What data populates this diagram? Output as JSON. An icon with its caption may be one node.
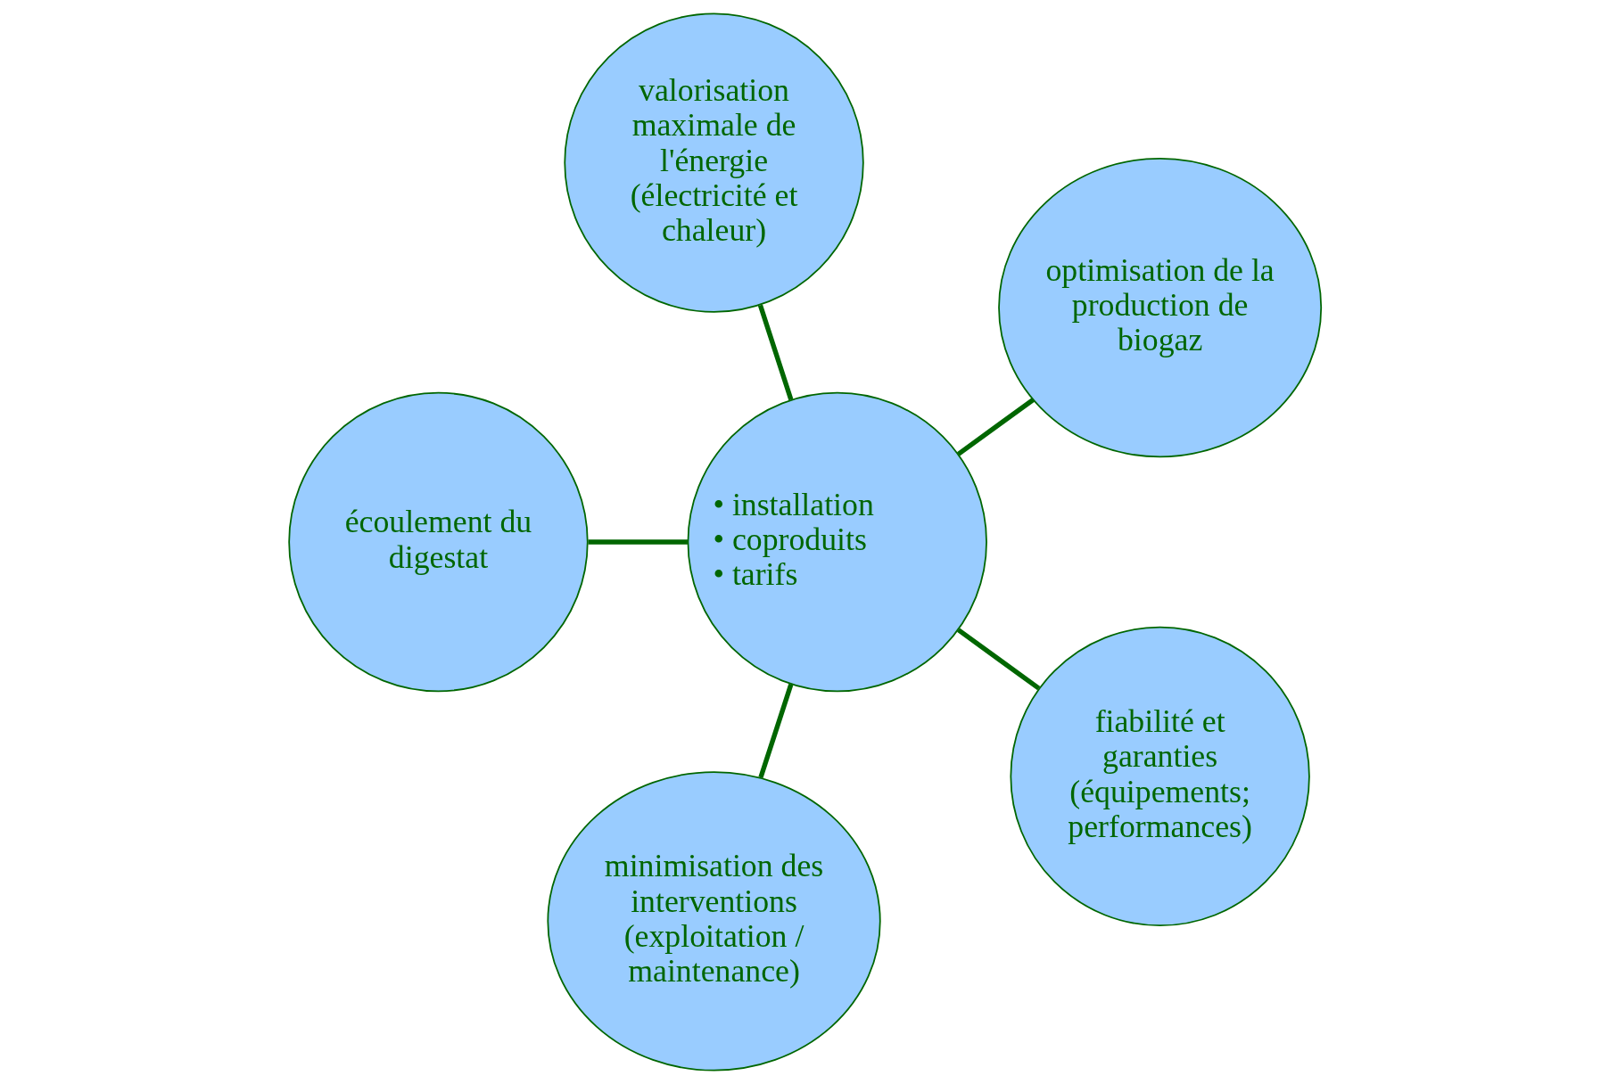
{
  "diagram": {
    "nodes": [
      {
        "text": [
          "optimisation de la production de biogaz"
        ]
      },
      {
        "text": [
          "valorisation maximale de l'énergie (électricité et chaleur)"
        ]
      },
      {
        "text": [
          "• installation",
          "• coproduits",
          "• tarifs"
        ]
      },
      {
        "text": [
          "écoulement du digestat"
        ]
      },
      {
        "text": [
          "minimisation des interventions (exploitation / maintenance)"
        ]
      },
      {
        "text": [
          "fiabilité et garanties (équipements; performances)"
        ]
      }
    ],
    "edges": [
      {
        "from": 2,
        "to": 0,
        "arrow": "none"
      },
      {
        "from": 2,
        "to": 1,
        "arrow": "none"
      },
      {
        "from": 2,
        "to": 3,
        "arrow": "none"
      },
      {
        "from": 2,
        "to": 4,
        "arrow": "none"
      },
      {
        "from": 2,
        "to": 5,
        "arrow": "none"
      }
    ]
  }
}
